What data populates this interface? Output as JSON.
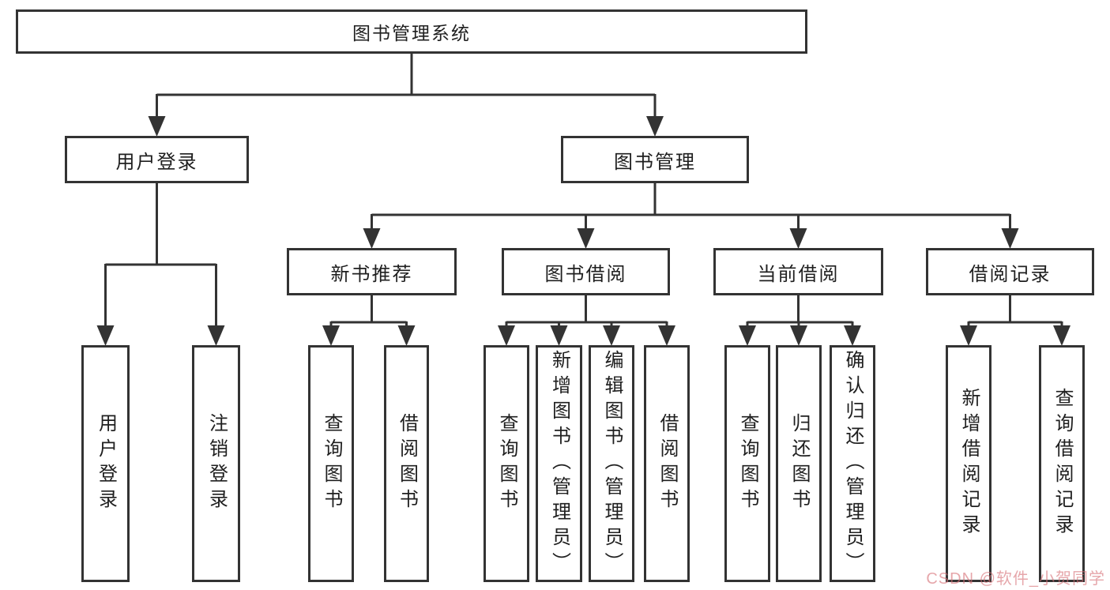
{
  "diagram": {
    "colors": {
      "line": "#333333",
      "box_border": "#333333",
      "text": "#1f1f1f",
      "background": "#ffffff",
      "watermark": "#e8a7ad"
    },
    "nodes": [
      {
        "id": "root",
        "label": "图书管理系统",
        "vertical": false
      },
      {
        "id": "user-login",
        "label": "用户登录",
        "vertical": false
      },
      {
        "id": "book-mgmt",
        "label": "图书管理",
        "vertical": false
      },
      {
        "id": "new-book-rec",
        "label": "新书推荐",
        "vertical": false
      },
      {
        "id": "book-borrow",
        "label": "图书借阅",
        "vertical": false
      },
      {
        "id": "current-borrow",
        "label": "当前借阅",
        "vertical": false
      },
      {
        "id": "borrow-records",
        "label": "借阅记录",
        "vertical": false
      },
      {
        "id": "leaf-user-login",
        "label": "用户登录",
        "vertical": true
      },
      {
        "id": "leaf-logout",
        "label": "注销登录",
        "vertical": true
      },
      {
        "id": "leaf-query-book-1",
        "label": "查询图书",
        "vertical": true
      },
      {
        "id": "leaf-borrow-book-1",
        "label": "借阅图书",
        "vertical": true
      },
      {
        "id": "leaf-query-book-2",
        "label": "查询图书",
        "vertical": true
      },
      {
        "id": "leaf-add-book",
        "label": "新增图书（管理员）",
        "vertical": true
      },
      {
        "id": "leaf-edit-book",
        "label": "编辑图书（管理员）",
        "vertical": true
      },
      {
        "id": "leaf-borrow-book-2",
        "label": "借阅图书",
        "vertical": true
      },
      {
        "id": "leaf-query-book-3",
        "label": "查询图书",
        "vertical": true
      },
      {
        "id": "leaf-return-book",
        "label": "归还图书",
        "vertical": true
      },
      {
        "id": "leaf-confirm-return",
        "label": "确认归还（管理员）",
        "vertical": true
      },
      {
        "id": "leaf-add-record",
        "label": "新增借阅记录",
        "vertical": true
      },
      {
        "id": "leaf-query-record",
        "label": "查询借阅记录",
        "vertical": true
      }
    ],
    "edges": [
      {
        "from": "root",
        "to": [
          "user-login",
          "book-mgmt"
        ]
      },
      {
        "from": "user-login",
        "to": [
          "leaf-user-login",
          "leaf-logout"
        ]
      },
      {
        "from": "book-mgmt",
        "to": [
          "new-book-rec",
          "book-borrow",
          "current-borrow",
          "borrow-records"
        ]
      },
      {
        "from": "new-book-rec",
        "to": [
          "leaf-query-book-1",
          "leaf-borrow-book-1"
        ]
      },
      {
        "from": "book-borrow",
        "to": [
          "leaf-query-book-2",
          "leaf-add-book",
          "leaf-edit-book",
          "leaf-borrow-book-2"
        ]
      },
      {
        "from": "current-borrow",
        "to": [
          "leaf-query-book-3",
          "leaf-return-book",
          "leaf-confirm-return"
        ]
      },
      {
        "from": "borrow-records",
        "to": [
          "leaf-add-record",
          "leaf-query-record"
        ]
      }
    ],
    "watermark": {
      "text": "CSDN @软件_小贺同学"
    }
  }
}
